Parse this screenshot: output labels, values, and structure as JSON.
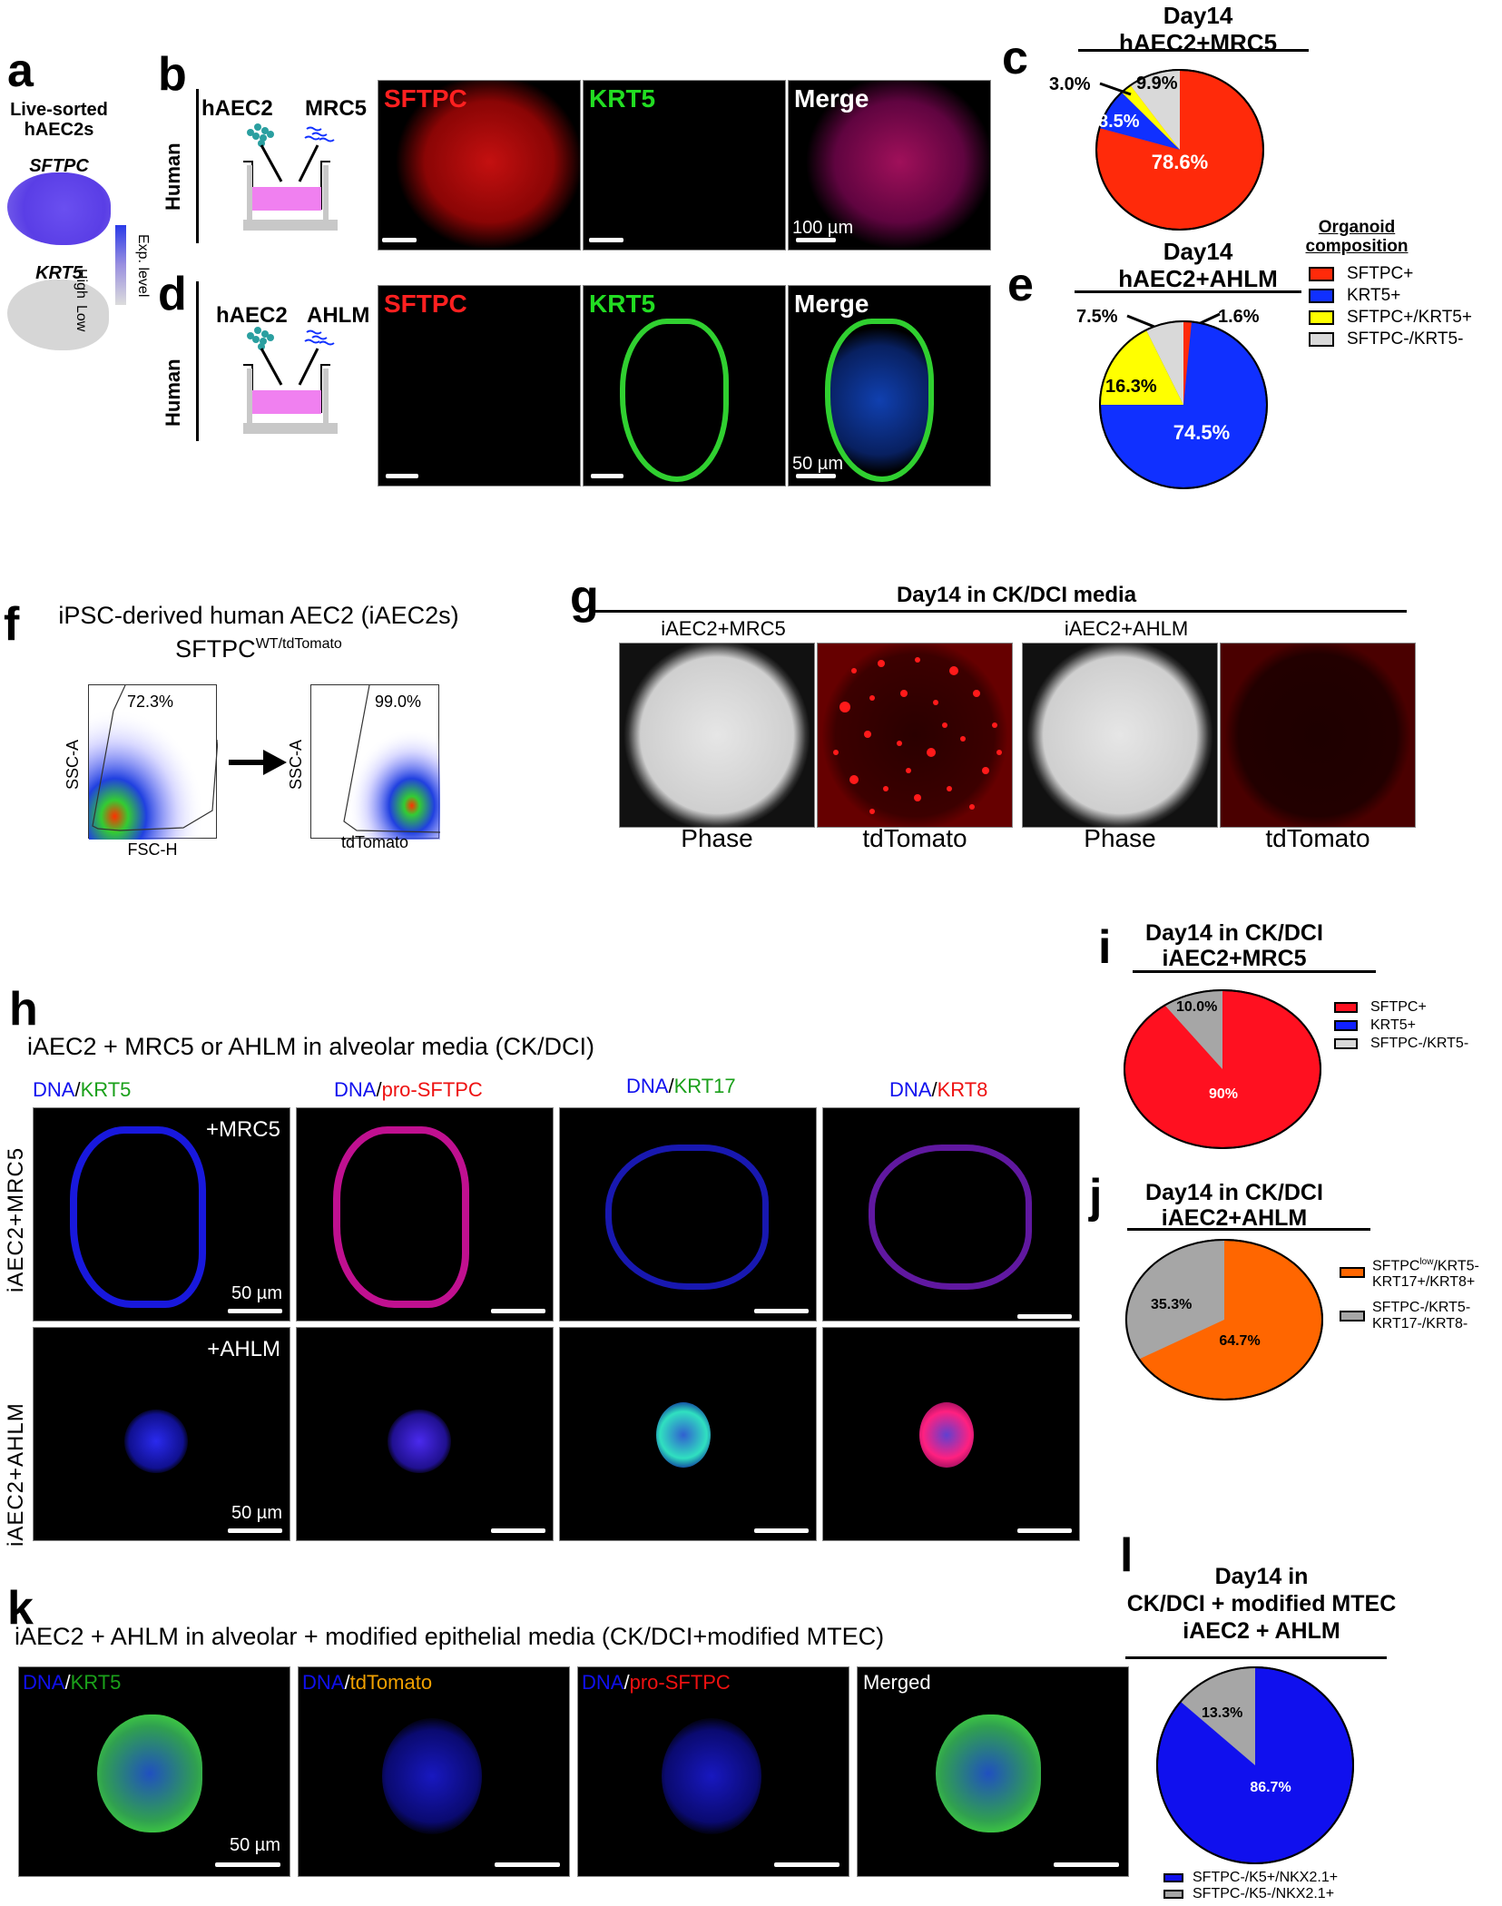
{
  "panels": {
    "a": {
      "label": "a",
      "title_line1": "Live-sorted",
      "title_line2": "hAEC2s",
      "genes": [
        "SFTPC",
        "KRT5"
      ],
      "colorbar": {
        "high": "High",
        "low": "Low",
        "title": "Exp. level",
        "high_color": "#3b3be0",
        "low_color": "#d9d9d9"
      }
    },
    "b": {
      "label": "b",
      "species": "Human",
      "cell1": "hAEC2",
      "cell2": "MRC5",
      "images": [
        {
          "label": "SFTPC",
          "color": "#ff2020"
        },
        {
          "label": "KRT5",
          "color": "#22dd22"
        },
        {
          "label": "Merge",
          "color": "#ffffff",
          "scale": "100 µm"
        }
      ]
    },
    "d": {
      "label": "d",
      "species": "Human",
      "cell1": "hAEC2",
      "cell2": "AHLM",
      "images": [
        {
          "label": "SFTPC",
          "color": "#ff2020"
        },
        {
          "label": "KRT5",
          "color": "#22dd22"
        },
        {
          "label": "Merge",
          "color": "#ffffff",
          "scale": "50 µm"
        }
      ]
    },
    "c": {
      "label": "c",
      "title_line1": "Day14",
      "title_line2": "hAEC2+MRC5"
    },
    "e": {
      "label": "e",
      "title_line1": "Day14",
      "title_line2": "hAEC2+AHLM"
    },
    "ce_legend": {
      "title_line1": "Organoid",
      "title_line2": "composition",
      "items": [
        {
          "label": "SFTPC+",
          "color": "#ff2a0a"
        },
        {
          "label": "KRT5+",
          "color": "#1030ff"
        },
        {
          "label": "SFTPC+/KRT5+",
          "color": "#ffff00"
        },
        {
          "label": "SFTPC-/KRT5-",
          "color": "#d9d9d9"
        }
      ]
    },
    "f": {
      "label": "f",
      "title_line1": "iPSC-derived human AEC2 (iAEC2s)",
      "title_main": "SFTPC",
      "title_sup": "WT/tdTomato",
      "plot1": {
        "xlabel": "FSC-H",
        "ylabel": "SSC-A",
        "gate": "72.3%"
      },
      "plot2": {
        "xlabel": "tdTomato",
        "ylabel": "SSC-A",
        "gate": "99.0%"
      }
    },
    "g": {
      "label": "g",
      "title": "Day14 in CK/DCI media",
      "groups": [
        {
          "label": "iAEC2+MRC5",
          "images": [
            "Phase",
            "tdTomato"
          ]
        },
        {
          "label": "iAEC2+AHLM",
          "images": [
            "Phase",
            "tdTomato"
          ]
        }
      ]
    },
    "h": {
      "label": "h",
      "title": "iAEC2 + MRC5 or AHLM in alveolar media (CK/DCI)",
      "columns": [
        {
          "dna": "DNA",
          "sep": "/",
          "marker": "KRT5",
          "marker_color": "#1aa01a"
        },
        {
          "dna": "DNA",
          "sep": "/",
          "marker": "pro-SFTPC",
          "marker_color": "#ee1111"
        },
        {
          "dna": "DNA",
          "sep": "/",
          "marker": "KRT17",
          "marker_color": "#1aa01a"
        },
        {
          "dna": "DNA",
          "sep": "/",
          "marker": "KRT8",
          "marker_color": "#ee1111"
        }
      ],
      "rows": [
        {
          "label": "iAEC2+MRC5",
          "tag": "+MRC5",
          "scale": "50 µm"
        },
        {
          "label": "iAEC2+AHLM",
          "tag": "+AHLM",
          "scale": "50 µm"
        }
      ]
    },
    "i": {
      "label": "i",
      "title_line1": "Day14 in CK/DCI",
      "title_line2": "iAEC2+MRC5",
      "legend": [
        {
          "label": "SFTPC+",
          "color": "#ff1020"
        },
        {
          "label": "KRT5+",
          "color": "#1020ff"
        },
        {
          "label": "SFTPC-/KRT5-",
          "color": "#d9d9d9"
        }
      ]
    },
    "j": {
      "label": "j",
      "title_line1": "Day14 in CK/DCI",
      "title_line2": "iAEC2+AHLM",
      "legend": [
        {
          "label_main": "SFTPC",
          "label_sup": "low",
          "label_rest": "/KRT5-",
          "label_line2": "KRT17+/KRT8+",
          "color": "#ff6600"
        },
        {
          "label_main": "SFTPC-/KRT5-",
          "label_sup": "",
          "label_rest": "",
          "label_line2": "KRT17-/KRT8-",
          "color": "#a6a6a6"
        }
      ]
    },
    "k": {
      "label": "k",
      "title": "iAEC2 + AHLM in alveolar + modified epithelial media (CK/DCI+modified MTEC)",
      "images": [
        {
          "dna": "DNA",
          "sep": "/",
          "marker": "KRT5",
          "marker_color": "#1aa01a",
          "scale": "50 µm"
        },
        {
          "dna": "DNA",
          "sep": "/",
          "marker": "tdTomato",
          "marker_color": "#f0a000"
        },
        {
          "dna": "DNA",
          "sep": "/",
          "marker": "pro-SFTPC",
          "marker_color": "#ee1111"
        },
        {
          "dna": "",
          "sep": "",
          "marker": "Merged",
          "marker_color": "#ffffff"
        }
      ]
    },
    "l": {
      "label": "l",
      "title_line1": "Day14 in",
      "title_line2": "CK/DCI + modified MTEC",
      "title_line3": "iAEC2 + AHLM",
      "legend": [
        {
          "label": "SFTPC-/K5+/NKX2.1+",
          "color": "#1010ee"
        },
        {
          "label": "SFTPC-/K5-/NKX2.1+",
          "color": "#a6a6a6"
        }
      ]
    }
  },
  "chart_data": [
    {
      "type": "pie",
      "panel": "c",
      "title": "Day14 hAEC2+MRC5",
      "categories": [
        "SFTPC+",
        "KRT5+",
        "SFTPC+/KRT5+",
        "SFTPC-/KRT5-"
      ],
      "values": [
        78.6,
        8.5,
        3.0,
        9.9
      ],
      "labels": [
        "78.6%",
        "8.5%",
        "3.0%",
        "9.9%"
      ],
      "colors": [
        "#ff2a0a",
        "#1030ff",
        "#ffff00",
        "#d9d9d9"
      ]
    },
    {
      "type": "pie",
      "panel": "e",
      "title": "Day14 hAEC2+AHLM",
      "categories": [
        "SFTPC+",
        "KRT5+",
        "SFTPC+/KRT5+",
        "SFTPC-/KRT5-"
      ],
      "values": [
        1.6,
        74.5,
        16.3,
        7.5
      ],
      "labels": [
        "1.6%",
        "74.5%",
        "16.3%",
        "7.5%"
      ],
      "colors": [
        "#ff2a0a",
        "#1030ff",
        "#ffff00",
        "#d9d9d9"
      ]
    },
    {
      "type": "pie",
      "panel": "i",
      "title": "Day14 in CK/DCI iAEC2+MRC5",
      "categories": [
        "SFTPC+",
        "KRT5+",
        "SFTPC-/KRT5-"
      ],
      "values": [
        90.0,
        0.0,
        10.0
      ],
      "labels": [
        "90%",
        "",
        "10.0%"
      ],
      "colors": [
        "#ff1020",
        "#1020ff",
        "#a6a6a6"
      ]
    },
    {
      "type": "pie",
      "panel": "j",
      "title": "Day14 in CK/DCI iAEC2+AHLM",
      "categories": [
        "SFTPClow/KRT5- KRT17+/KRT8+",
        "SFTPC-/KRT5- KRT17-/KRT8-"
      ],
      "values": [
        64.7,
        35.3
      ],
      "labels": [
        "64.7%",
        "35.3%"
      ],
      "colors": [
        "#ff6600",
        "#a6a6a6"
      ]
    },
    {
      "type": "pie",
      "panel": "l",
      "title": "Day14 in CK/DCI + modified MTEC iAEC2 + AHLM",
      "categories": [
        "SFTPC-/K5+/NKX2.1+",
        "SFTPC-/K5-/NKX2.1+"
      ],
      "values": [
        86.7,
        13.3
      ],
      "labels": [
        "86.7%",
        "13.3%"
      ],
      "colors": [
        "#1010ee",
        "#a6a6a6"
      ]
    },
    {
      "type": "scatter",
      "panel": "f",
      "title": "iPSC-derived human AEC2 (iAEC2s) SFTPC WT/tdTomato",
      "plots": [
        {
          "xlabel": "FSC-H",
          "ylabel": "SSC-A",
          "gate_percent": 72.3
        },
        {
          "xlabel": "tdTomato",
          "ylabel": "SSC-A",
          "gate_percent": 99.0
        }
      ]
    }
  ]
}
